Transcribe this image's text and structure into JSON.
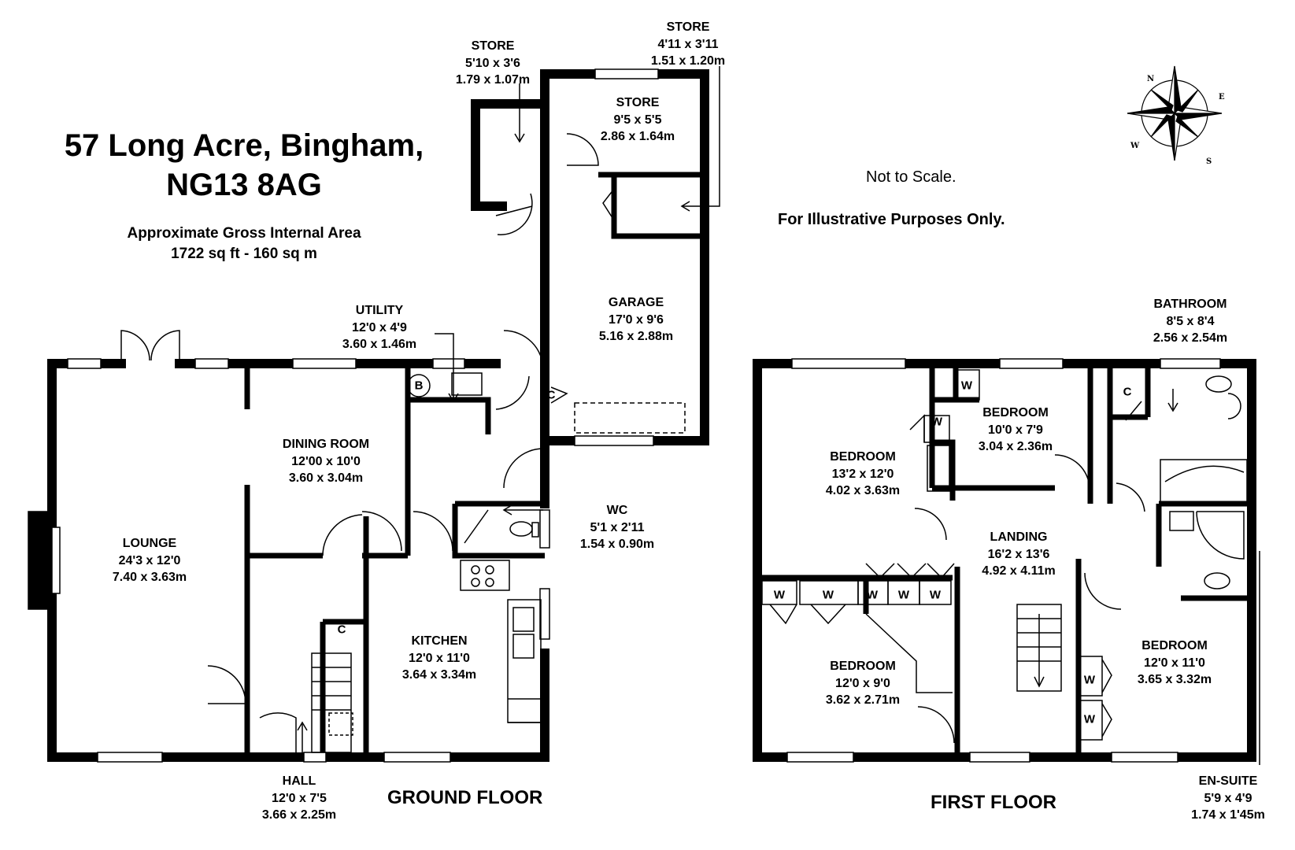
{
  "header": {
    "address_line1": "57 Long Acre, Bingham,",
    "address_line2": "NG13 8AG",
    "area_label": "Approximate Gross Internal Area",
    "area_value": "1722 sq ft - 160 sq m"
  },
  "notes": {
    "scale": "Not to Scale.",
    "purpose": "For Illustrative Purposes Only."
  },
  "compass": {
    "n": "N",
    "e": "E",
    "s": "S",
    "w": "W"
  },
  "floors": {
    "ground": "GROUND FLOOR",
    "first": "FIRST FLOOR"
  },
  "rooms": {
    "store_left": {
      "name": "STORE",
      "imperial": "5'10 x 3'6",
      "metric": "1.79 x 1.07m"
    },
    "store_right": {
      "name": "STORE",
      "imperial": "4'11 x 3'11",
      "metric": "1.51 x 1.20m"
    },
    "store_inner": {
      "name": "STORE",
      "imperial": "9'5 x 5'5",
      "metric": "2.86 x 1.64m"
    },
    "garage": {
      "name": "GARAGE",
      "imperial": "17'0 x 9'6",
      "metric": "5.16 x 2.88m"
    },
    "utility": {
      "name": "UTILITY",
      "imperial": "12'0 x 4'9",
      "metric": "3.60 x 1.46m"
    },
    "dining": {
      "name": "DINING ROOM",
      "imperial": "12'00 x 10'0",
      "metric": "3.60 x 3.04m"
    },
    "wc": {
      "name": "WC",
      "imperial": "5'1 x 2'11",
      "metric": "1.54 x 0.90m"
    },
    "lounge": {
      "name": "LOUNGE",
      "imperial": "24'3 x 12'0",
      "metric": "7.40 x 3.63m"
    },
    "kitchen": {
      "name": "KITCHEN",
      "imperial": "12'0 x 11'0",
      "metric": "3.64 x 3.34m"
    },
    "hall": {
      "name": "HALL",
      "imperial": "12'0 x 7'5",
      "metric": "3.66 x 2.25m"
    },
    "bedroom1": {
      "name": "BEDROOM",
      "imperial": "13'2 x 12'0",
      "metric": "4.02 x 3.63m"
    },
    "bedroom2": {
      "name": "BEDROOM",
      "imperial": "10'0 x 7'9",
      "metric": "3.04 x 2.36m"
    },
    "bathroom": {
      "name": "BATHROOM",
      "imperial": "8'5 x 8'4",
      "metric": "2.56 x 2.54m"
    },
    "landing": {
      "name": "LANDING",
      "imperial": "16'2 x 13'6",
      "metric": "4.92 x 4.11m"
    },
    "bedroom3": {
      "name": "BEDROOM",
      "imperial": "12'0 x 9'0",
      "metric": "3.62 x 2.71m"
    },
    "bedroom4": {
      "name": "BEDROOM",
      "imperial": "12'0 x 11'0",
      "metric": "3.65 x 3.32m"
    },
    "ensuite": {
      "name": "EN-SUITE",
      "imperial": "5'9 x 4'9",
      "metric": "1.74 x 1'45m"
    }
  },
  "markers": {
    "boiler": "B",
    "cupboard": "C",
    "wardrobe": "W"
  }
}
